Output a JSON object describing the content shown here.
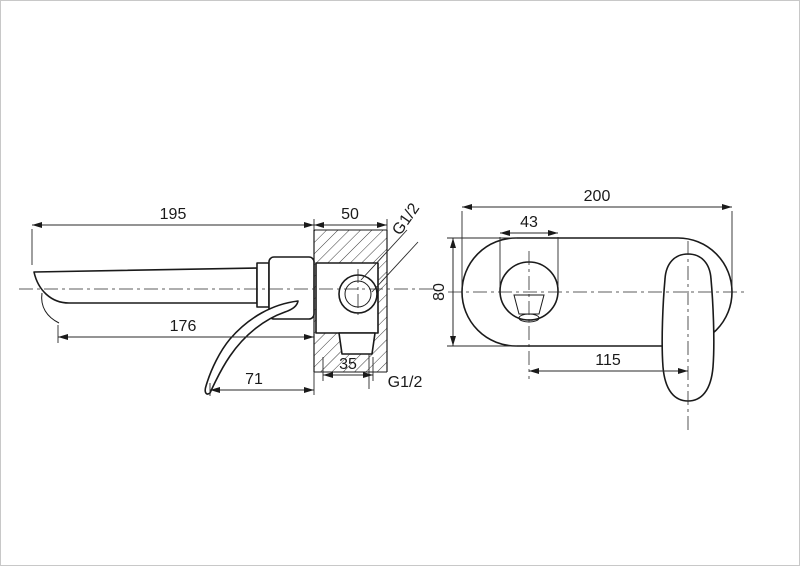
{
  "drawing": {
    "side_view": {
      "dim_spout_total": "195",
      "dim_wall_depth": "50",
      "thread_top": "G1/2",
      "dim_spout_reach": "176",
      "dim_handle": "71",
      "dim_body_width": "35",
      "thread_bottom": "G1/2"
    },
    "front_view": {
      "dim_plate_width": "200",
      "dim_outlet_width": "43",
      "dim_plate_height": "80",
      "dim_centers": "115"
    }
  }
}
